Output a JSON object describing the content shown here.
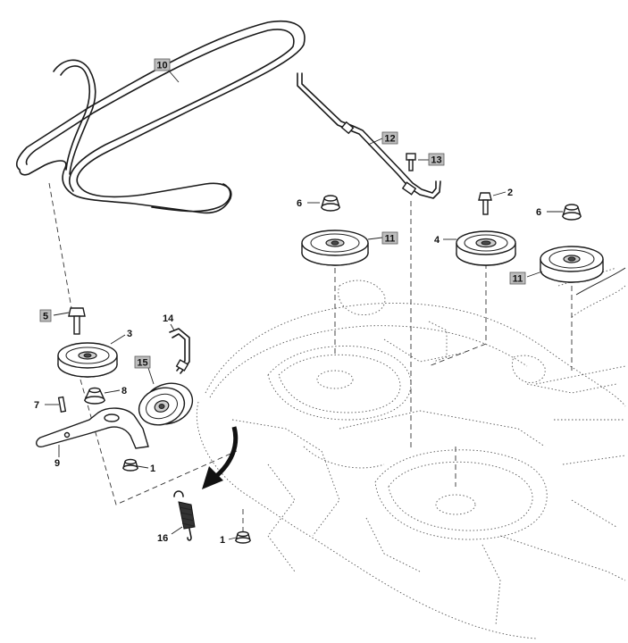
{
  "callouts": [
    {
      "id": "c10",
      "label": "10"
    },
    {
      "id": "c12",
      "label": "12"
    },
    {
      "id": "c13",
      "label": "13"
    },
    {
      "id": "c6a",
      "label": "6"
    },
    {
      "id": "c11a",
      "label": "11"
    },
    {
      "id": "c2",
      "label": "2"
    },
    {
      "id": "c4",
      "label": "4"
    },
    {
      "id": "c6b",
      "label": "6"
    },
    {
      "id": "c11b",
      "label": "11"
    },
    {
      "id": "c5",
      "label": "5"
    },
    {
      "id": "c3",
      "label": "3"
    },
    {
      "id": "c14",
      "label": "14"
    },
    {
      "id": "c15",
      "label": "15"
    },
    {
      "id": "c7",
      "label": "7"
    },
    {
      "id": "c8",
      "label": "8"
    },
    {
      "id": "c9",
      "label": "9"
    },
    {
      "id": "c1a",
      "label": "1"
    },
    {
      "id": "c16",
      "label": "16"
    },
    {
      "id": "c1b",
      "label": "1"
    }
  ]
}
